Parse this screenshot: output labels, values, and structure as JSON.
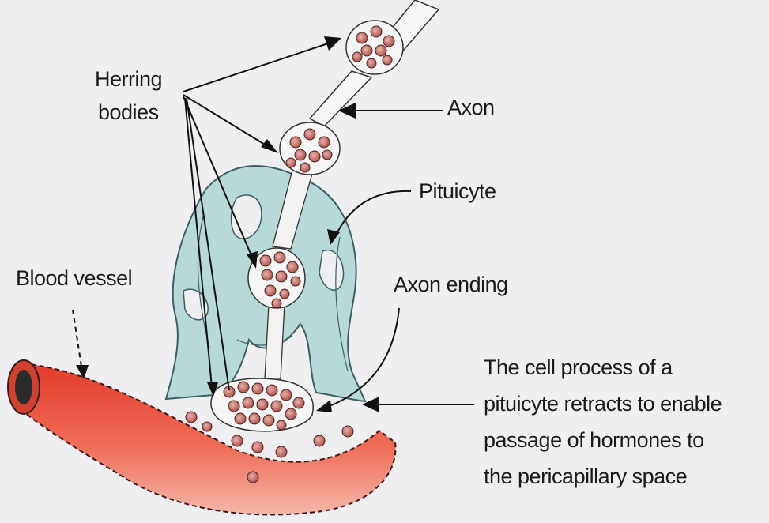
{
  "labels": {
    "herring_line1": "Herring",
    "herring_line2": "bodies",
    "axon": "Axon",
    "pituicyte": "Pituicyte",
    "blood_vessel": "Blood vessel",
    "axon_ending": "Axon ending",
    "note_line1": "The cell process of a",
    "note_line2": "pituicyte retracts to enable",
    "note_line3": "passage of hormones to",
    "note_line4": "the pericapillary space"
  },
  "colors": {
    "background": "#efeef0",
    "pituicyte_fill": "#b7d9d8",
    "pituicyte_stroke": "#3b5f63",
    "vessel_fill": "#e8523f",
    "granule_fill": "#c0534a",
    "text": "#1a1a1a"
  }
}
